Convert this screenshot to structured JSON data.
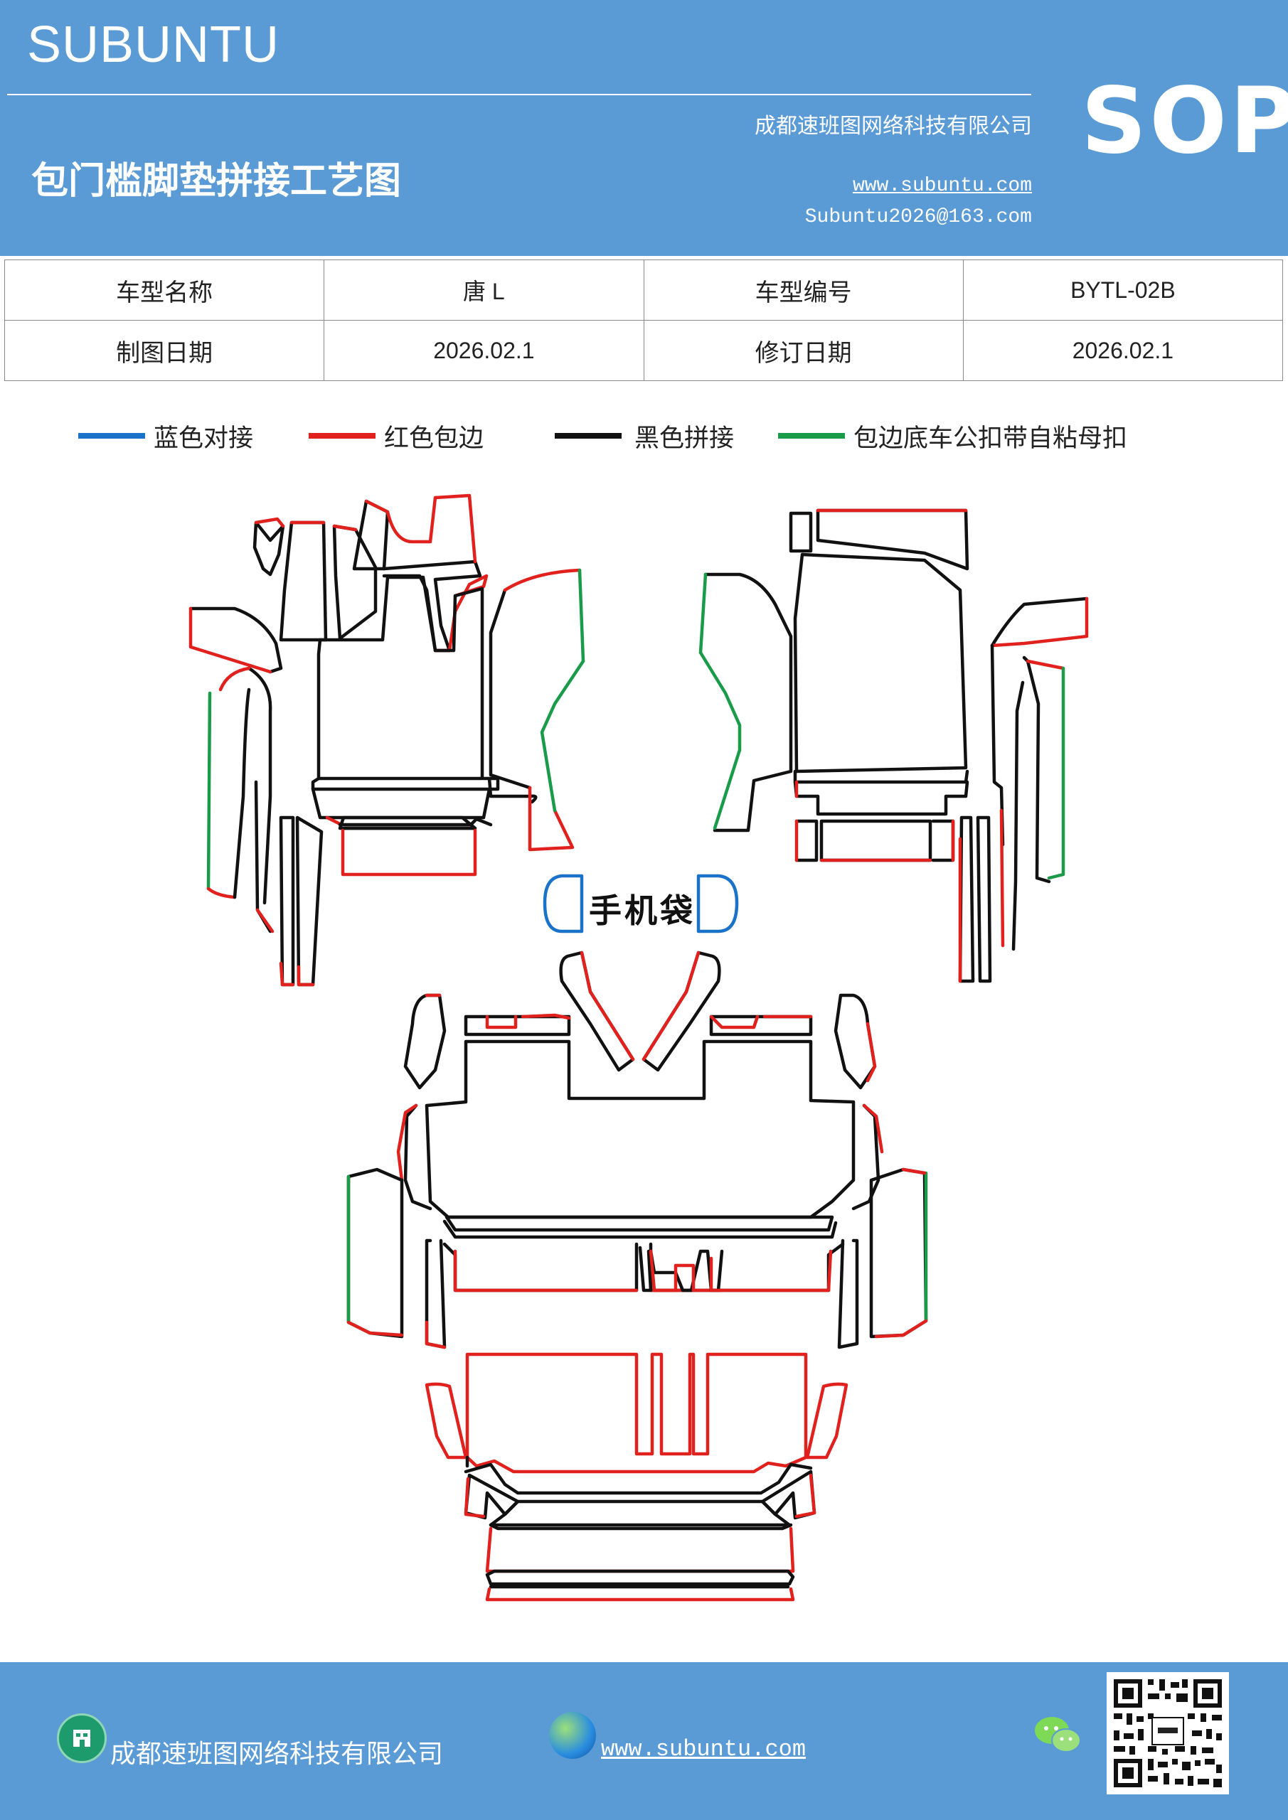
{
  "header": {
    "brand": "SUBUNTU",
    "title": "包门槛脚垫拼接工艺图",
    "company": "成都速班图网络科技有限公司",
    "url": "www.subuntu.com",
    "email": "Subuntu2026@163.com",
    "badge": "SOP",
    "bg_color": "#5b9bd5"
  },
  "info_table": {
    "model_name_label": "车型名称",
    "model_name_value": "唐 L",
    "model_code_label": "车型编号",
    "model_code_value": "BYTL-02B",
    "drawing_date_label": "制图日期",
    "drawing_date_value": "2026.02.1",
    "revision_date_label": "修订日期",
    "revision_date_value": "2026.02.1"
  },
  "legend": [
    {
      "label": "蓝色对接",
      "color": "#1a73c8"
    },
    {
      "label": "红色包边",
      "color": "#e0211d"
    },
    {
      "label": "黑色拼接",
      "color": "#111111"
    },
    {
      "label": "包边底车公扣带自粘母扣",
      "color": "#1a9b4a"
    }
  ],
  "diagram": {
    "phone_bag_label": "手机袋"
  },
  "footer": {
    "company": "成都速班图网络科技有限公司",
    "url": "www.subuntu.com",
    "icons": [
      "building-icon",
      "globe-icon",
      "wechat-icon",
      "qr-code"
    ]
  }
}
